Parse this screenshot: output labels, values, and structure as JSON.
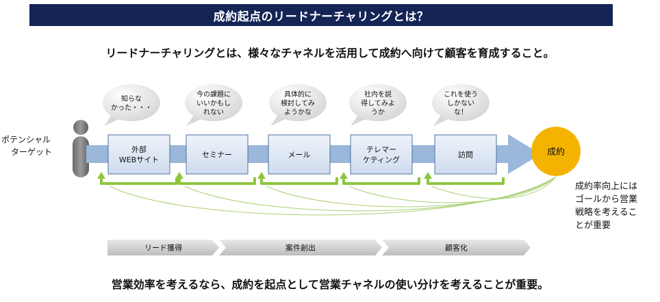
{
  "header": {
    "title": "成約起点のリードナーチャリングとは？",
    "subtitle": "リードナーチャリングとは、様々なチャネルを活用して成約へ向けて顧客を育成すること。"
  },
  "target": {
    "lines": [
      "ポテンシャル",
      "ターゲット"
    ]
  },
  "stages": [
    {
      "lines": [
        "外部",
        "WEBサイト"
      ],
      "bubble": [
        "知らな",
        "かった・・・"
      ]
    },
    {
      "lines": [
        "セミナー"
      ],
      "bubble": [
        "今の課題に",
        "いいかもし",
        "れない"
      ]
    },
    {
      "lines": [
        "メール"
      ],
      "bubble": [
        "具体的に",
        "検討してみ",
        "ようかな"
      ]
    },
    {
      "lines": [
        "テレマー",
        "ケティング"
      ],
      "bubble": [
        "社内を説",
        "得してみよ",
        "うか"
      ]
    },
    {
      "lines": [
        "訪問"
      ],
      "bubble": [
        "これを使う",
        "しかない",
        "な！"
      ]
    }
  ],
  "goal": {
    "label": "成約"
  },
  "note": {
    "lines": [
      "成約率向上には",
      "ゴールから営業",
      "戦略を考えるこ",
      "とが重要"
    ]
  },
  "phases": [
    {
      "label": "リード獲得"
    },
    {
      "label": "案件創出"
    },
    {
      "label": "顧客化"
    }
  ],
  "footer": {
    "text": "営業効率を考えるなら、成約を起点として営業チャネルの使い分けを考えることが重要。"
  },
  "colors": {
    "header_bg": "#132455",
    "flow_arrow": "#9bb7d9",
    "stage_fill": "#dde7f3",
    "stage_border": "#4a6fa0",
    "feedback_green": "#8dc63f",
    "goal_fill": "#f5b301",
    "phase_fill": "#cfcfcf"
  }
}
